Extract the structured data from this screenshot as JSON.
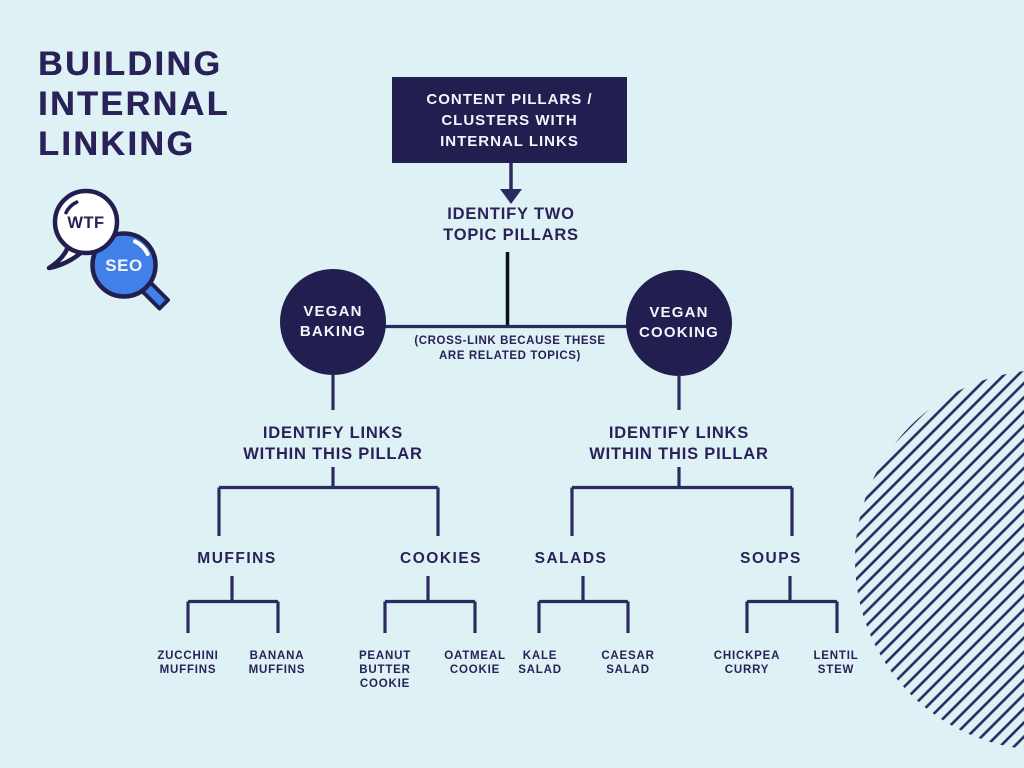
{
  "colors": {
    "background": "#def2f6",
    "navy_fill": "#221f50",
    "navy_text": "#2a2158",
    "connector_line": "#2d2a60",
    "center_line": "#0e0e16",
    "logo_blue": "#4080e8",
    "white_text": "#f4f5fc"
  },
  "title": {
    "lines": [
      "BUILDING",
      "INTERNAL",
      "LINKING"
    ]
  },
  "logo": {
    "bubble_text": "WTF",
    "glass_text": "SEO"
  },
  "flow": {
    "root": {
      "lines": [
        "CONTENT PILLARS /",
        "CLUSTERS WITH",
        "INTERNAL LINKS"
      ]
    },
    "identify_pillars": {
      "lines": [
        "IDENTIFY TWO",
        "TOPIC PILLARS"
      ]
    },
    "cross_link": {
      "lines": [
        "(CROSS-LINK BECAUSE THESE",
        "ARE RELATED TOPICS)"
      ]
    },
    "left_pillar": {
      "lines": [
        "VEGAN",
        "BAKING"
      ]
    },
    "right_pillar": {
      "lines": [
        "VEGAN",
        "COOKING"
      ]
    },
    "identify_links_left": {
      "lines": [
        "IDENTIFY LINKS",
        "WITHIN THIS PILLAR"
      ]
    },
    "identify_links_right": {
      "lines": [
        "IDENTIFY LINKS",
        "WITHIN THIS PILLAR"
      ]
    },
    "categories": {
      "muffins": "MUFFINS",
      "cookies": "COOKIES",
      "salads": "SALADS",
      "soups": "SOUPS"
    },
    "leaves": {
      "zucchini_muffins": {
        "lines": [
          "ZUCCHINI",
          "MUFFINS"
        ]
      },
      "banana_muffins": {
        "lines": [
          "BANANA",
          "MUFFINS"
        ]
      },
      "peanut_butter_cookie": {
        "lines": [
          "PEANUT",
          "BUTTER",
          "COOKIE"
        ]
      },
      "oatmeal_cookie": {
        "lines": [
          "OATMEAL",
          "COOKIE"
        ]
      },
      "kale_salad": {
        "lines": [
          "KALE",
          "SALAD"
        ]
      },
      "caesar_salad": {
        "lines": [
          "CAESAR",
          "SALAD"
        ]
      },
      "chickpea_curry": {
        "lines": [
          "CHICKPEA",
          "CURRY"
        ]
      },
      "lentil_stew": {
        "lines": [
          "LENTIL",
          "STEW"
        ]
      }
    }
  }
}
